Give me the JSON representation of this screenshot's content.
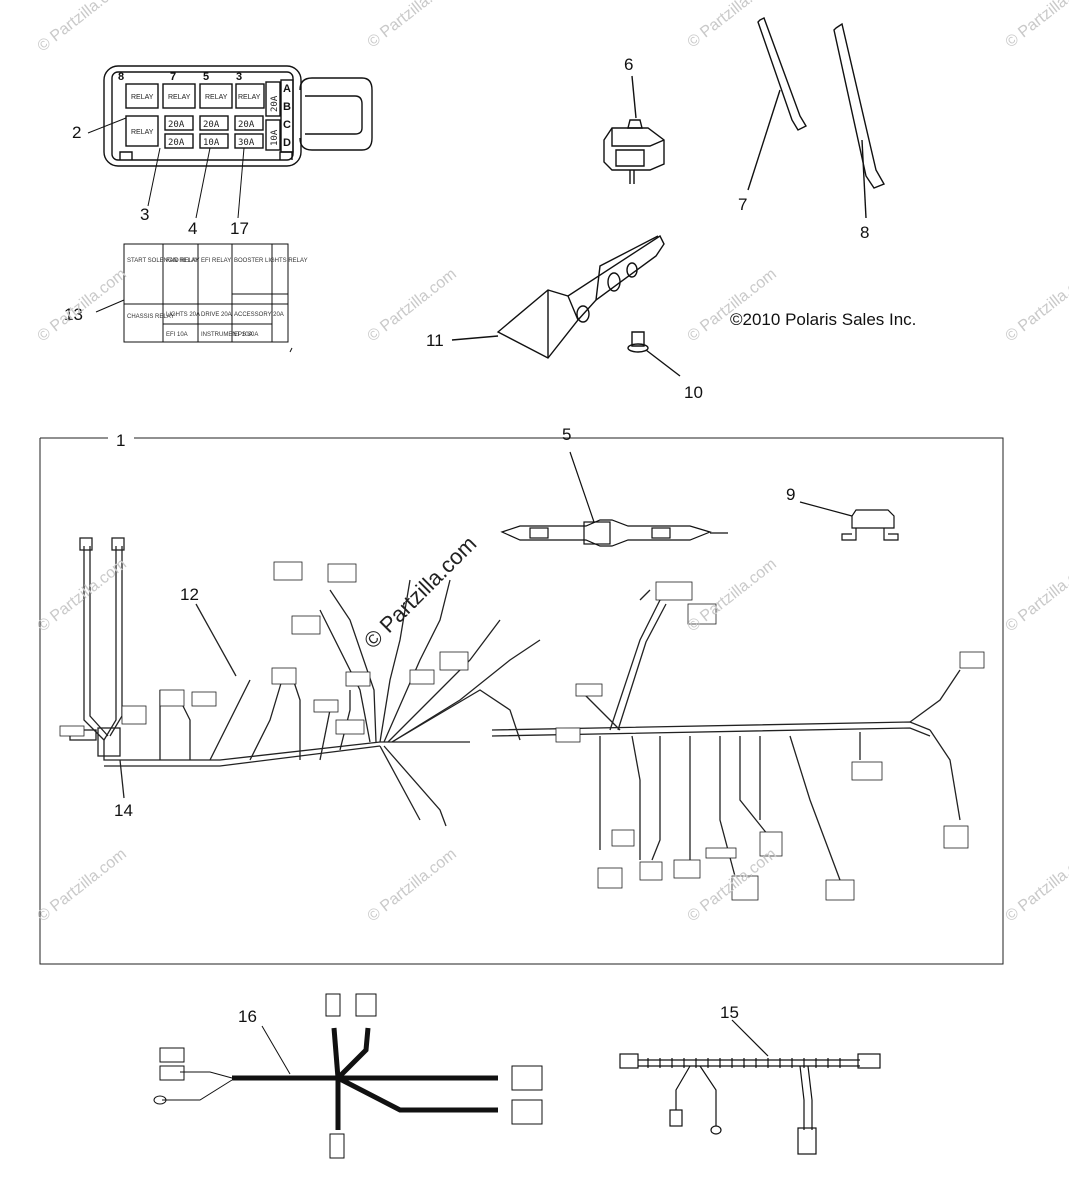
{
  "watermark": "© Partzilla.com",
  "watermark_center": "© Partzilla.com",
  "copyright": "©2010 Polaris Sales Inc.",
  "callouts": {
    "c1": "1",
    "c2": "2",
    "c3": "3",
    "c4": "4",
    "c5": "5",
    "c6": "6",
    "c7": "7",
    "c8": "8",
    "c9": "9",
    "c10": "10",
    "c11": "11",
    "c12": "12",
    "c13": "13",
    "c14": "14",
    "c15": "15",
    "c16": "16",
    "c17": "17"
  },
  "fuse_box": {
    "top_numbers": [
      "8",
      "7",
      "5",
      "3"
    ],
    "row_letters": [
      "A",
      "B",
      "C",
      "D"
    ],
    "relay_label": "RELAY",
    "side_fuses": [
      "20A",
      "10A"
    ],
    "fuse_row1": [
      "20A",
      "20A",
      "20A"
    ],
    "fuse_row2": [
      "20A",
      "10A",
      "30A"
    ]
  },
  "decal": {
    "row1": [
      "START SOLENOID RELAY",
      "FAN RELAY",
      "EFI RELAY",
      "BOOSTER LIGHTS RELAY"
    ],
    "row2": [
      "CHASSIS RELAY",
      "LIGHTS 20A",
      "DRIVE 20A",
      "ACCESSORY 20A"
    ],
    "row3": [
      "",
      "EFI 10A",
      "INSTRUMENT 10A",
      "EPS 30A"
    ]
  }
}
